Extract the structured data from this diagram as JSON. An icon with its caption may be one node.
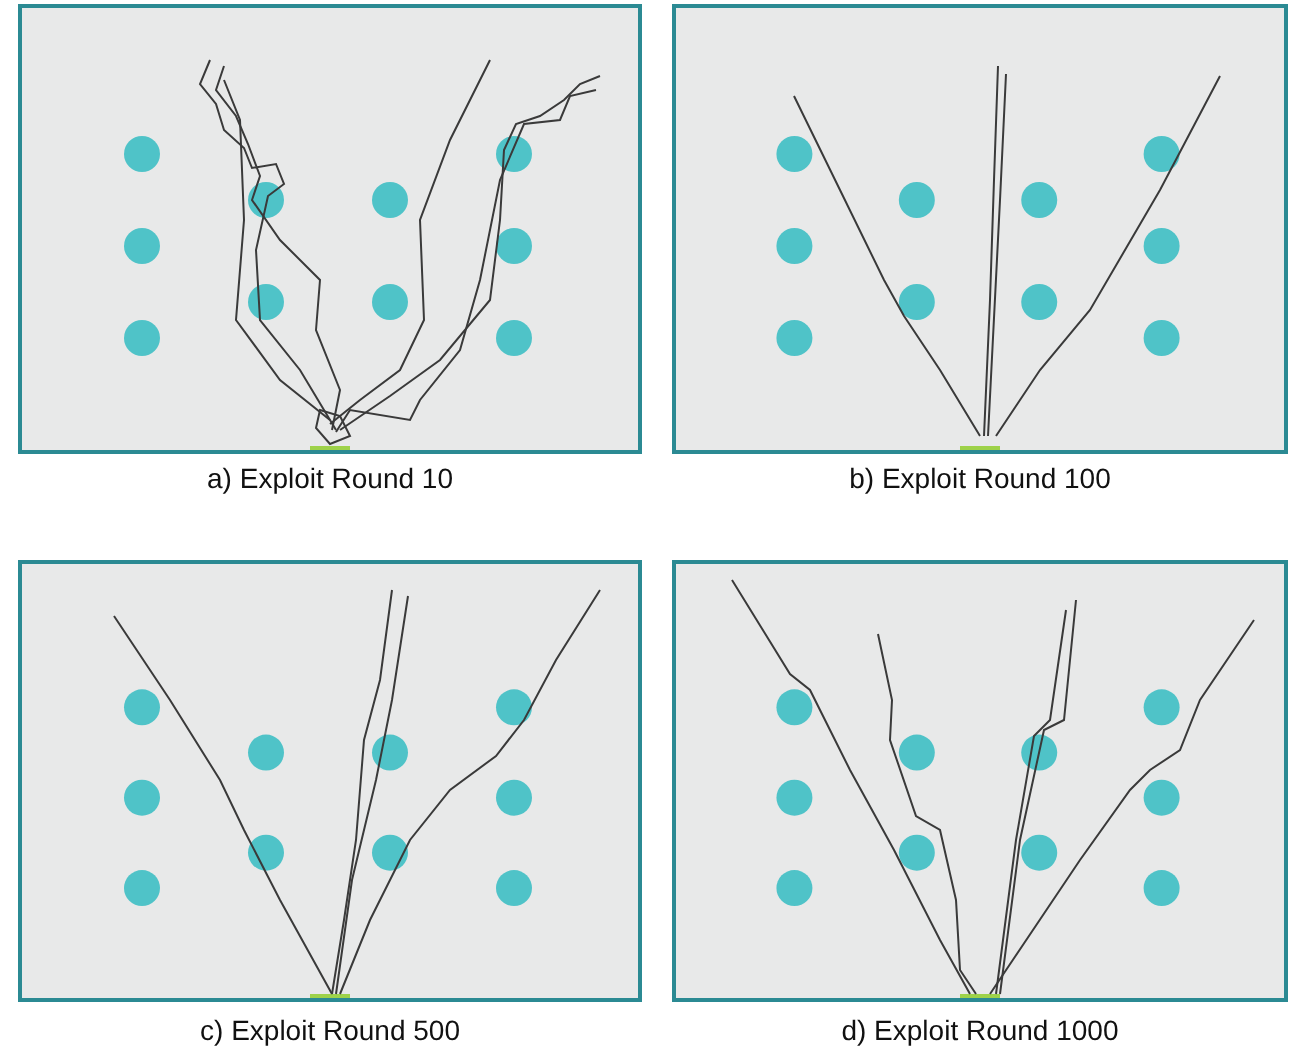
{
  "diagram": {
    "labels": [
      "a) Exploit Round 10",
      "b) Exploit Round 100",
      "c) Exploit Round 500",
      "d) Exploit Round 1000"
    ]
  }
}
